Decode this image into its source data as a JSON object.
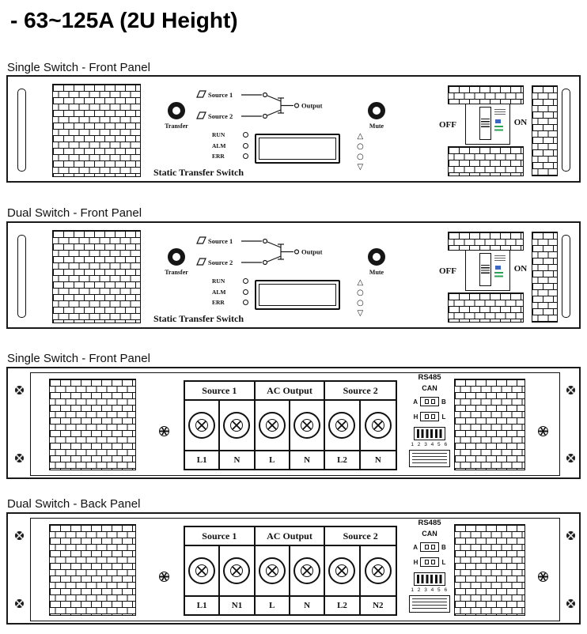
{
  "title": "- 63~125A (2U Height)",
  "sections": [
    {
      "label": "Single Switch - Front Panel"
    },
    {
      "label": "Dual Switch - Front Panel"
    },
    {
      "label": "Single Switch - Front Panel"
    },
    {
      "label": "Dual Switch - Back Panel"
    }
  ],
  "front": {
    "transfer_label": "Transfer",
    "source1_label": "Source 1",
    "source2_label": "Source 2",
    "output_label": "Output",
    "led_labels": [
      "RUN",
      "ALM",
      "ERR"
    ],
    "mute_label": "Mute",
    "off_label": "OFF",
    "on_label": "ON",
    "device_name": "Static Transfer Switch",
    "keys": {
      "up": "△",
      "dot": "○",
      "down": "▽"
    }
  },
  "back": {
    "group_headers": [
      "Source 1",
      "AC Output",
      "Source 2"
    ],
    "rs485_label": "RS485",
    "can_label": "CAN",
    "conn_ab": {
      "left": "A",
      "right": "B"
    },
    "conn_hl": {
      "left": "H",
      "right": "L"
    },
    "dip_numbers": "1 2 3 4 5 6",
    "terminal_labels_single": [
      "L1",
      "N",
      "L",
      "N",
      "L2",
      "N"
    ],
    "terminal_labels_dual": [
      "L1",
      "N1",
      "L",
      "N",
      "L2",
      "N2"
    ]
  },
  "colors": {
    "line": "#1a1a1a",
    "breaker_blue": "#3a66c4",
    "breaker_green": "#27a353"
  }
}
